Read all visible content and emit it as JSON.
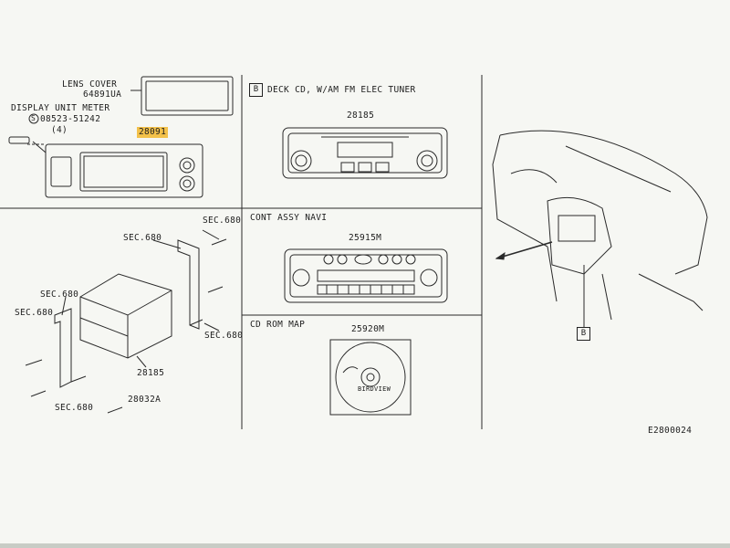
{
  "labels": {
    "lens_cover": "LENS COVER",
    "lens_cover_pn": "64891UA",
    "display_unit_meter": "DISPLAY UNIT METER",
    "screw_pn": "08523-51242",
    "screw_qty": "(4)",
    "screw_symbol": "S",
    "display_pn": "28091",
    "deck_box": "B",
    "deck_title": "DECK CD, W/AM FM ELEC TUNER",
    "deck_pn": "28185",
    "navi_title": "CONT ASSY NAVI",
    "navi_pn": "25915M",
    "cdrom_title": "CD ROM MAP",
    "cdrom_pn": "25920M",
    "disc_brand": "BIRDVIEW",
    "sec_1": "SEC.680",
    "sec_2": "SEC.680",
    "sec_3": "SEC.680",
    "sec_4": "SEC.680",
    "sec_5": "SEC.680",
    "sec_6": "SEC.680",
    "unit_pn": "28185",
    "screw2_pn": "28032A",
    "dash_box": "B",
    "diagram_code": "E2800024"
  },
  "colors": {
    "highlight": "#f3c14a",
    "ink": "#1e1e1e",
    "paper": "#f6f7f3"
  }
}
